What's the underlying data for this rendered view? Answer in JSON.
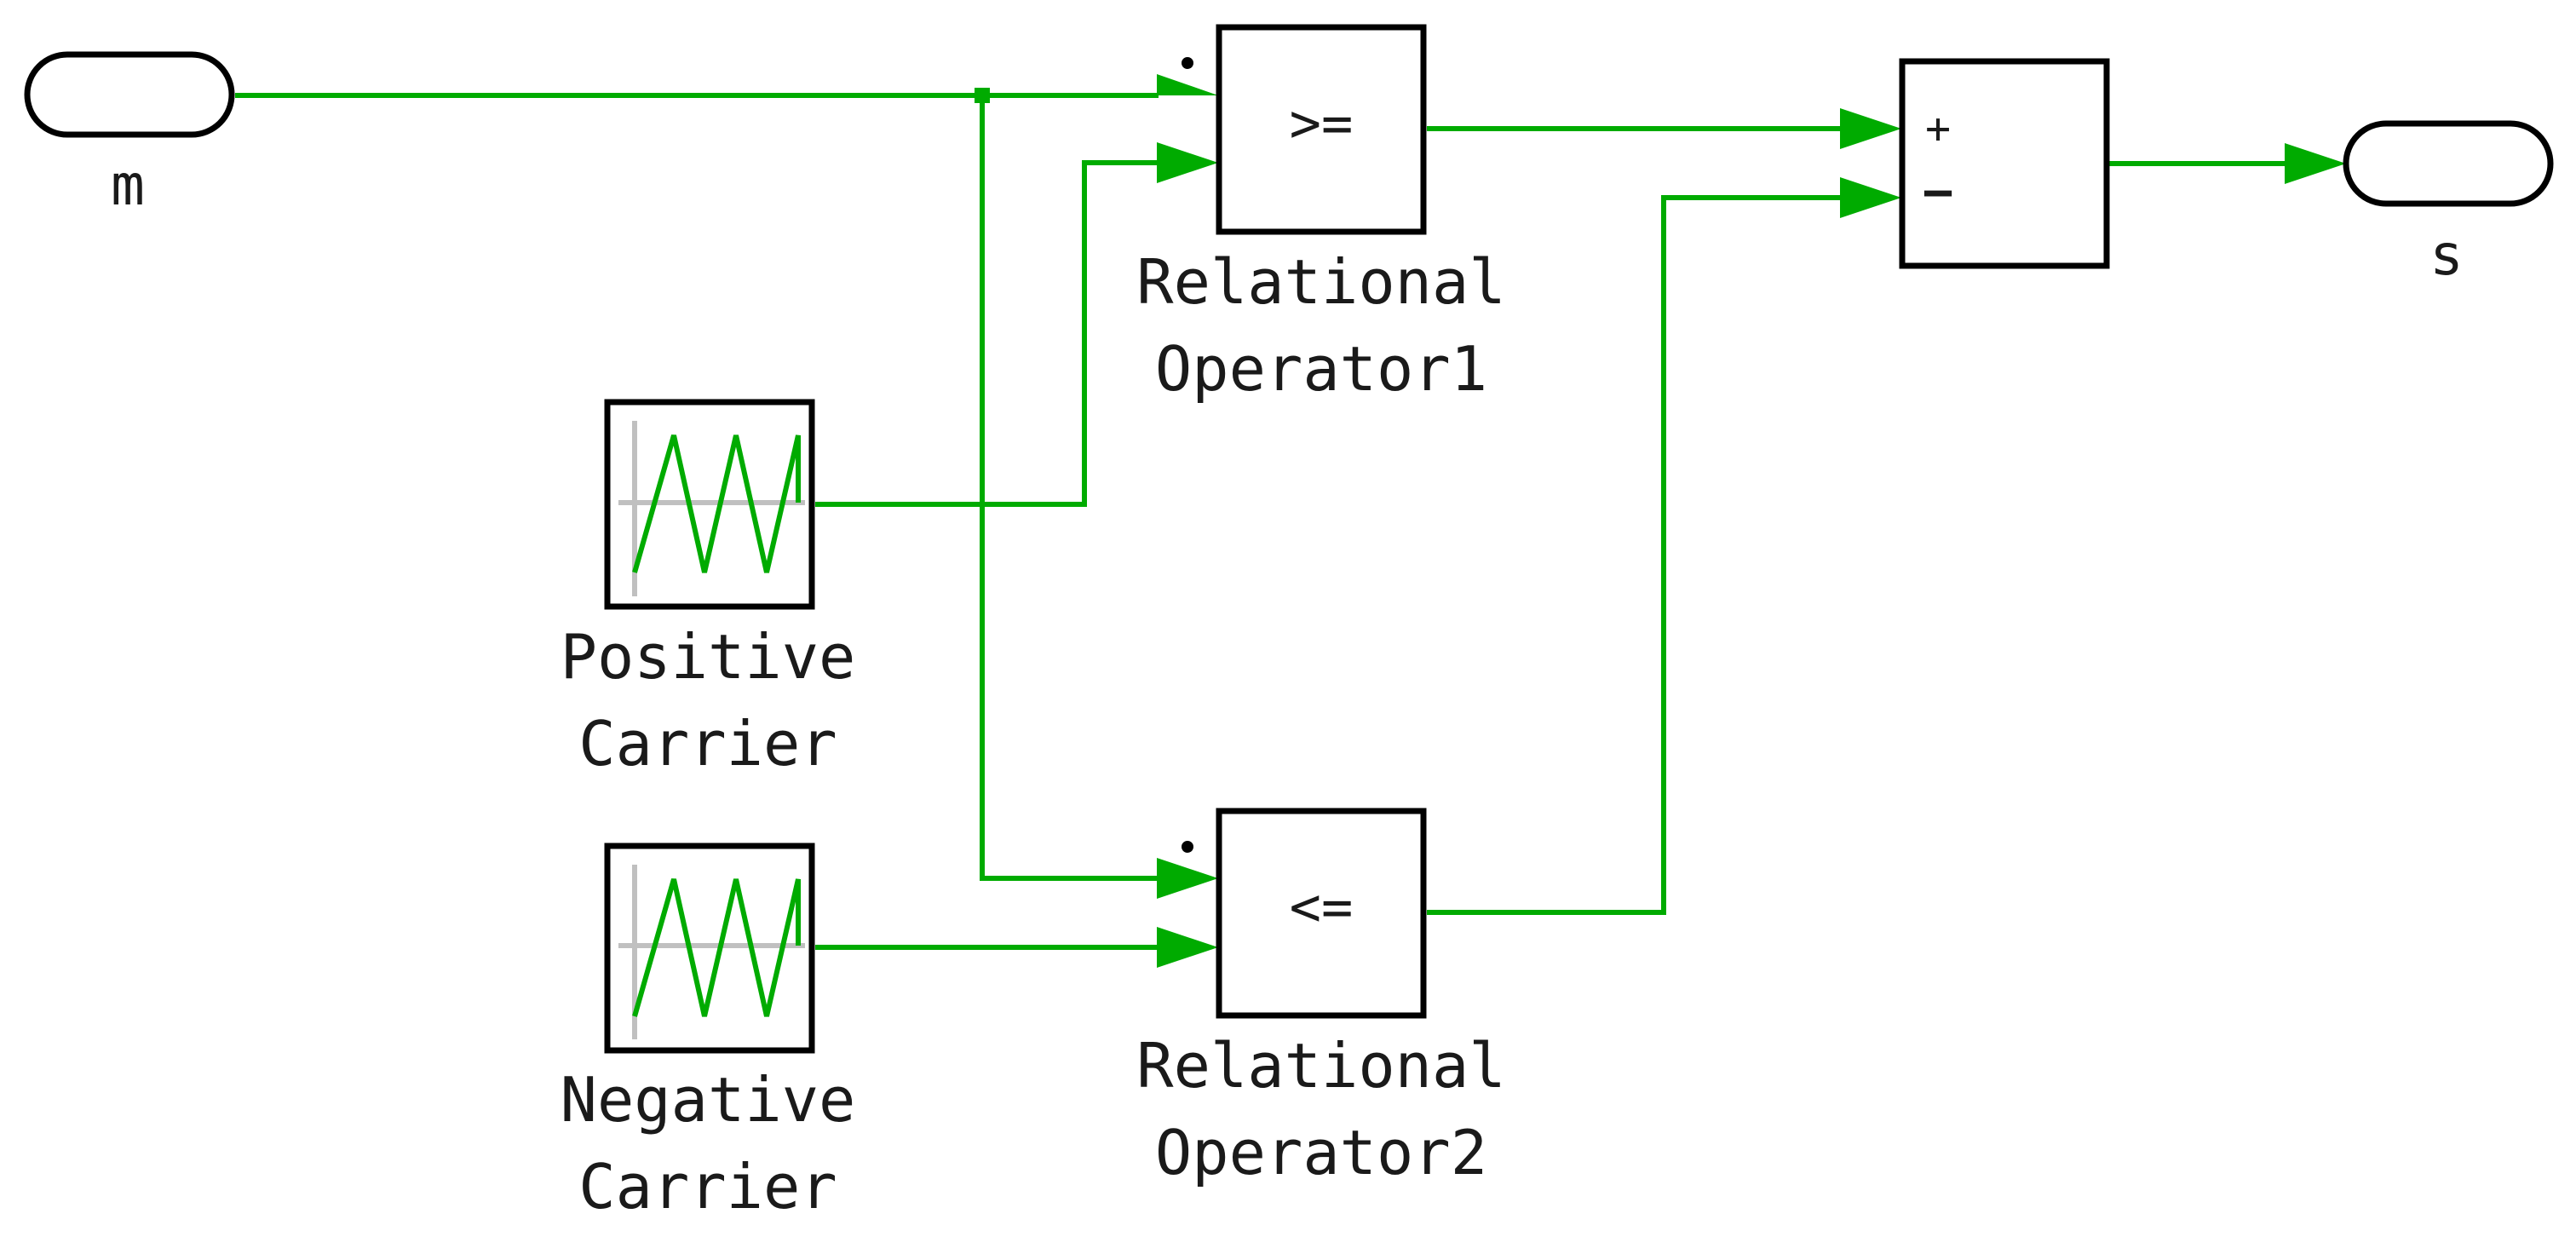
{
  "colors": {
    "signal": "#00ab00",
    "block_border": "#000000",
    "block_fill": "#ffffff",
    "carrier_axis": "#c0c0c0"
  },
  "ports": {
    "input": {
      "label": "m"
    },
    "output": {
      "label": "s"
    }
  },
  "blocks": {
    "positive_carrier": {
      "label_line1": "Positive",
      "label_line2": "Carrier",
      "icon": "triangle-wave-icon"
    },
    "negative_carrier": {
      "label_line1": "Negative",
      "label_line2": "Carrier",
      "icon": "triangle-wave-icon"
    },
    "relational_operator1": {
      "operator": ">=",
      "label_line1": "Relational",
      "label_line2": "Operator1"
    },
    "relational_operator2": {
      "operator": "<=",
      "label_line1": "Relational",
      "label_line2": "Operator2"
    },
    "sum": {
      "sign1": "+",
      "sign2": "−"
    }
  }
}
